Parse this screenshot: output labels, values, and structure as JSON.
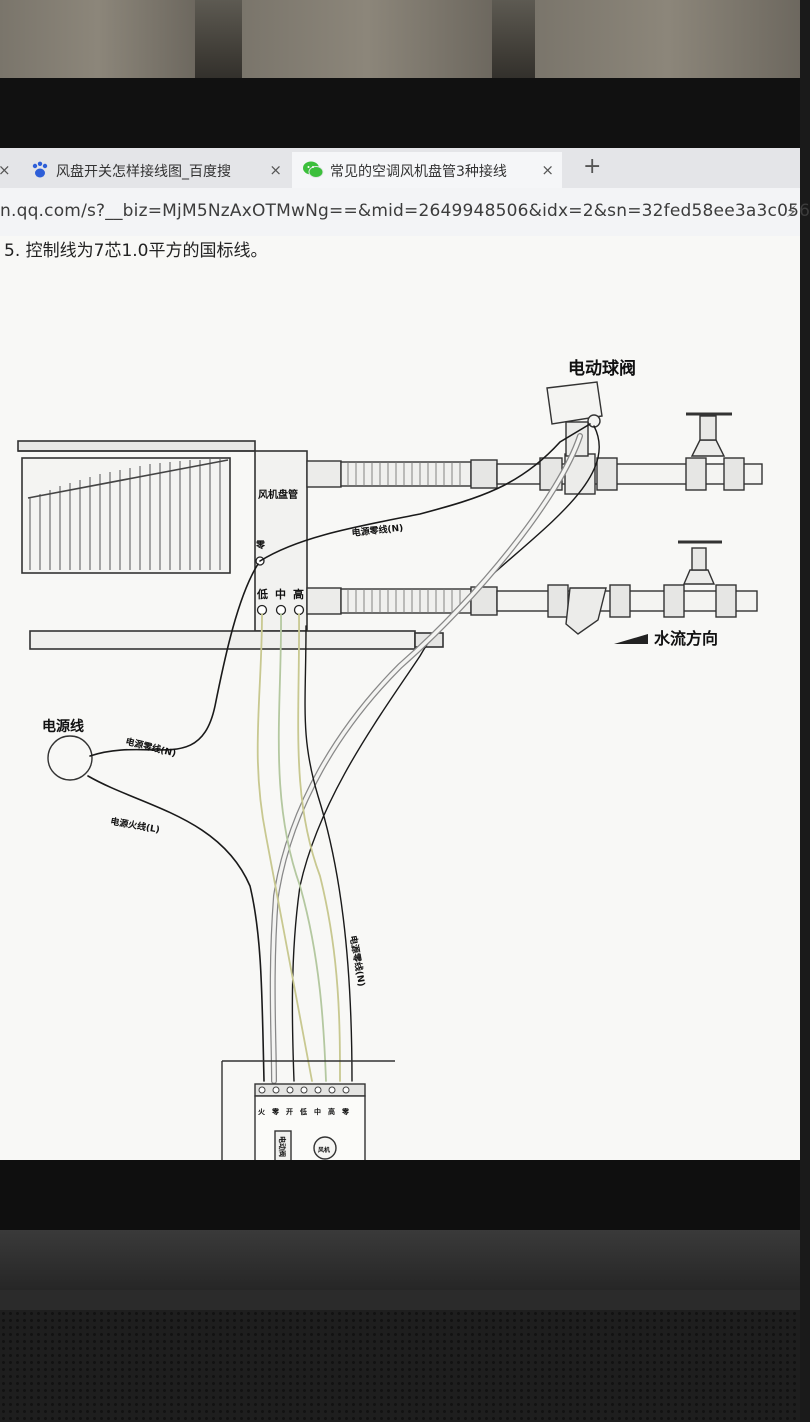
{
  "browser": {
    "tabs": [
      {
        "label": "风盘开关怎样接线图_百度搜",
        "icon": "baidu-paw-icon",
        "active": false
      },
      {
        "label": "常见的空调风机盘管3种接线",
        "icon": "wechat-icon",
        "active": true
      }
    ],
    "prev_tab_close": "×",
    "tab_close": "×",
    "new_tab": "+",
    "url": "n.qq.com/s?__biz=MjM5NzAxOTMwNg==&mid=2649948506&idx=2&sn=32fed58ee3a3c056",
    "url_icon": "lightning-icon"
  },
  "article": {
    "line5": "5. 控制线为7芯1.0平方的国标线。"
  },
  "diagram": {
    "labels": {
      "ball_valve": "电动球阀",
      "fan_coil": "风机盘管",
      "zero": "零",
      "low": "低",
      "mid": "中",
      "high": "高",
      "neutral_top": "电源零线(N)",
      "power_line": "电源线",
      "neutral_left": "电源零线(N)",
      "live": "电源火线(L)",
      "neutral_right": "电源零线(N)",
      "water_flow": "水流方向",
      "motor": "风机",
      "valve_box": "电动阀"
    },
    "terminal_labels": [
      "火",
      "零",
      "开",
      "低",
      "中",
      "高",
      "零"
    ],
    "wire_colors": {
      "black": "#1a1a1a",
      "yellow": "#c8c890",
      "green": "#b4c8a0"
    }
  }
}
